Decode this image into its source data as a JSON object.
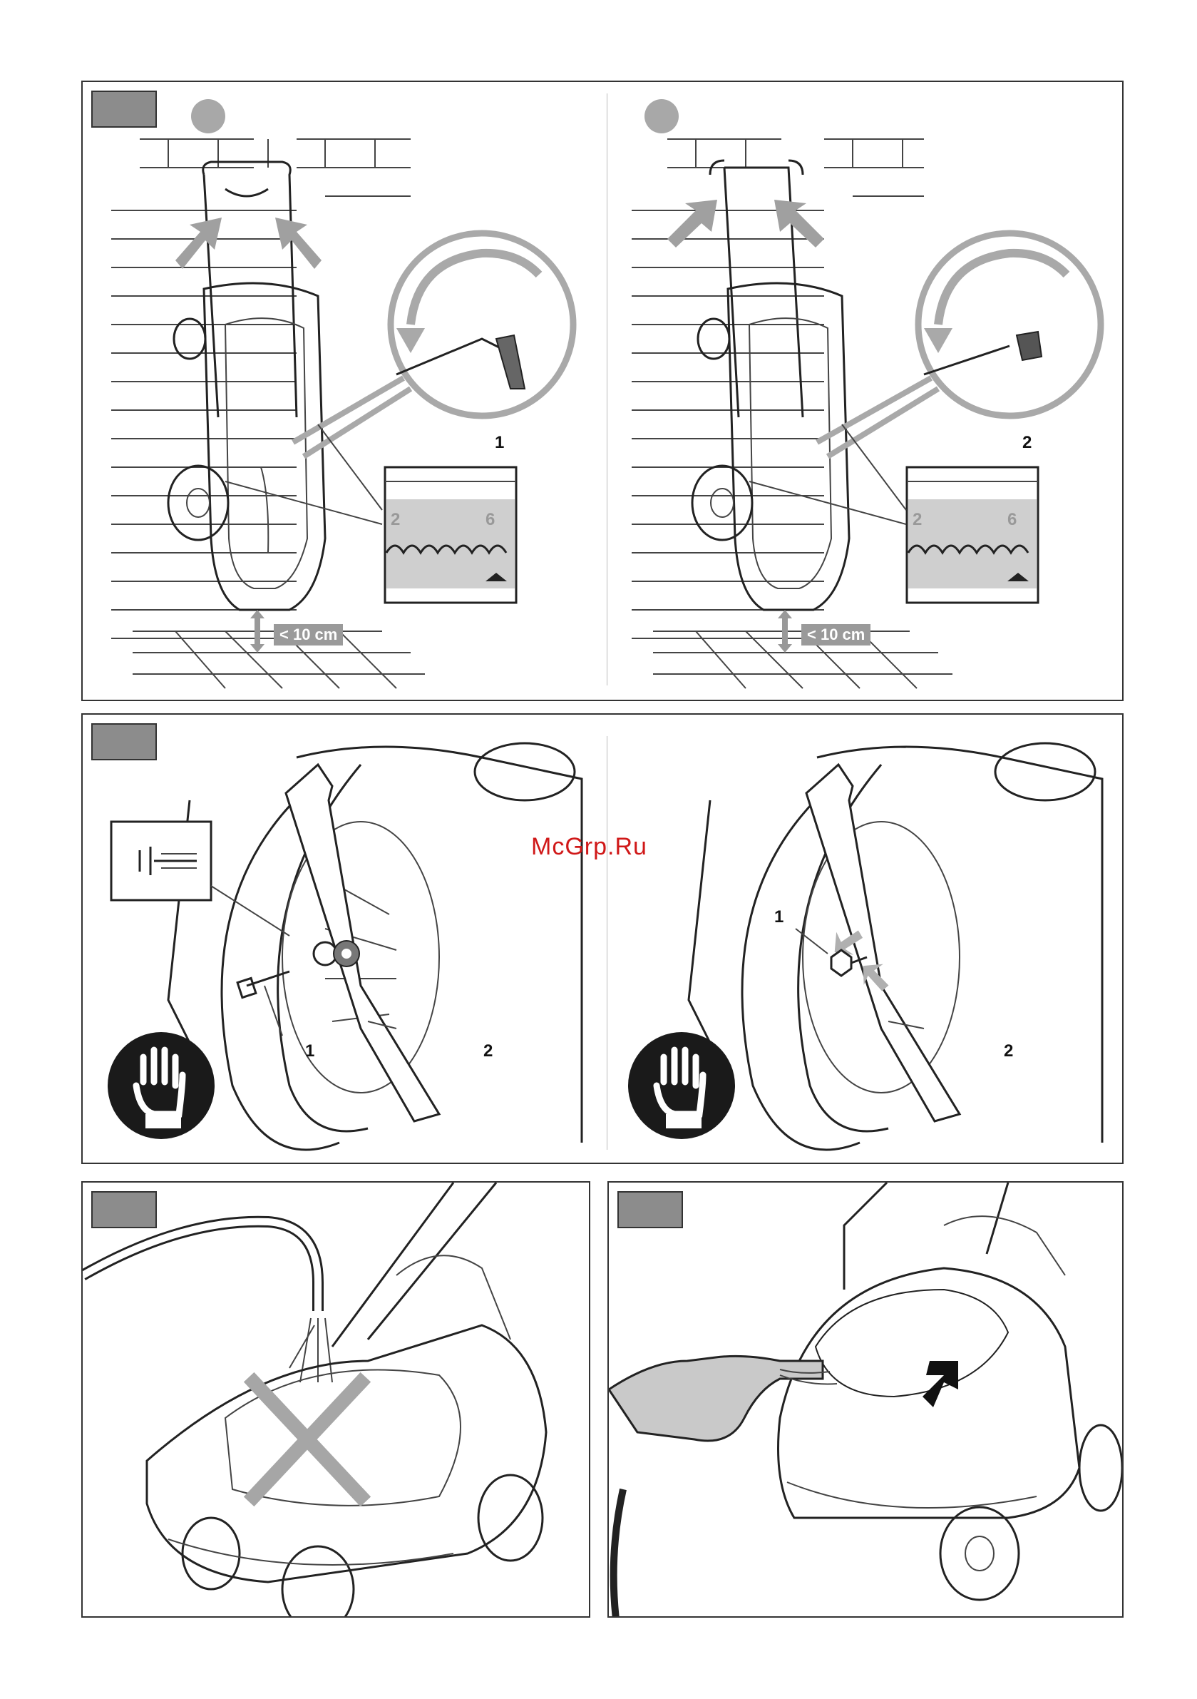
{
  "watermark": "McGrp.Ru",
  "fig_top": {
    "left": {
      "callout": "1",
      "distance": "< 10 cm",
      "scale_low": "2",
      "scale_high": "6"
    },
    "right": {
      "callout": "2",
      "distance": "< 10 cm",
      "scale_low": "2",
      "scale_high": "6"
    }
  },
  "fig_blade": {
    "left": {
      "callout_bolt": "1",
      "callout_blade": "2"
    },
    "right": {
      "callout_bolt": "1",
      "callout_blade": "2"
    }
  },
  "icons": [
    "glove-icon",
    "arrow-icon",
    "crossed-out-icon",
    "water-hose-icon",
    "air-gun-icon"
  ]
}
